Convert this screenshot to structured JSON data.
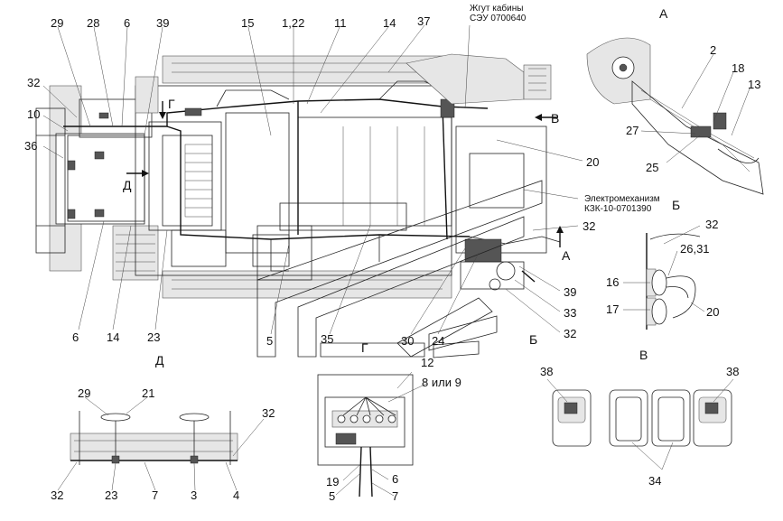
{
  "callouts": {
    "c29_top": "29",
    "c28": "28",
    "c6_top": "6",
    "c39_top": "39",
    "c15": "15",
    "c1_22": "1,22",
    "c11": "11",
    "c14_top": "14",
    "c37": "37",
    "c32_left": "32",
    "c10": "10",
    "c36": "36",
    "c6_bottom": "6",
    "c14_bottom": "14",
    "c23": "23",
    "c5": "5",
    "c35": "35",
    "c30": "30",
    "c24": "24",
    "c32_mid": "32",
    "c39_right": "39",
    "c33": "33",
    "c32_right": "32",
    "c20_mid": "20",
    "gamma_top": "Г",
    "gamma_bottom": "Г",
    "view_d_arrow": "Д",
    "view_v_arrow": "В",
    "view_a_arrow": "А",
    "view_b_arrow": "Б"
  },
  "notes": {
    "harness_line1": "Жгут кабины",
    "harness_line2": "СЭУ 0700640",
    "motor_line1": "Электромеханизм",
    "motor_line2": "КЗК-10-0701390"
  },
  "view_a": {
    "title": "А",
    "c2": "2",
    "c18": "18",
    "c13": "13",
    "c27": "27",
    "c25": "25"
  },
  "view_b": {
    "title": "Б",
    "c32": "32",
    "c26_31": "26,31",
    "c16": "16",
    "c17": "17",
    "c20": "20"
  },
  "view_d": {
    "title": "Д",
    "c29": "29",
    "c21": "21",
    "c32_top": "32",
    "c32_bottom": "32",
    "c23": "23",
    "c7": "7",
    "c3": "3",
    "c4": "4"
  },
  "box_detail": {
    "c12": "12",
    "c8_9": "8 или 9",
    "c19": "19",
    "c5": "5",
    "c6": "6",
    "c7": "7"
  },
  "view_v": {
    "title": "В",
    "c38_left": "38",
    "c38_right": "38",
    "c34": "34"
  }
}
